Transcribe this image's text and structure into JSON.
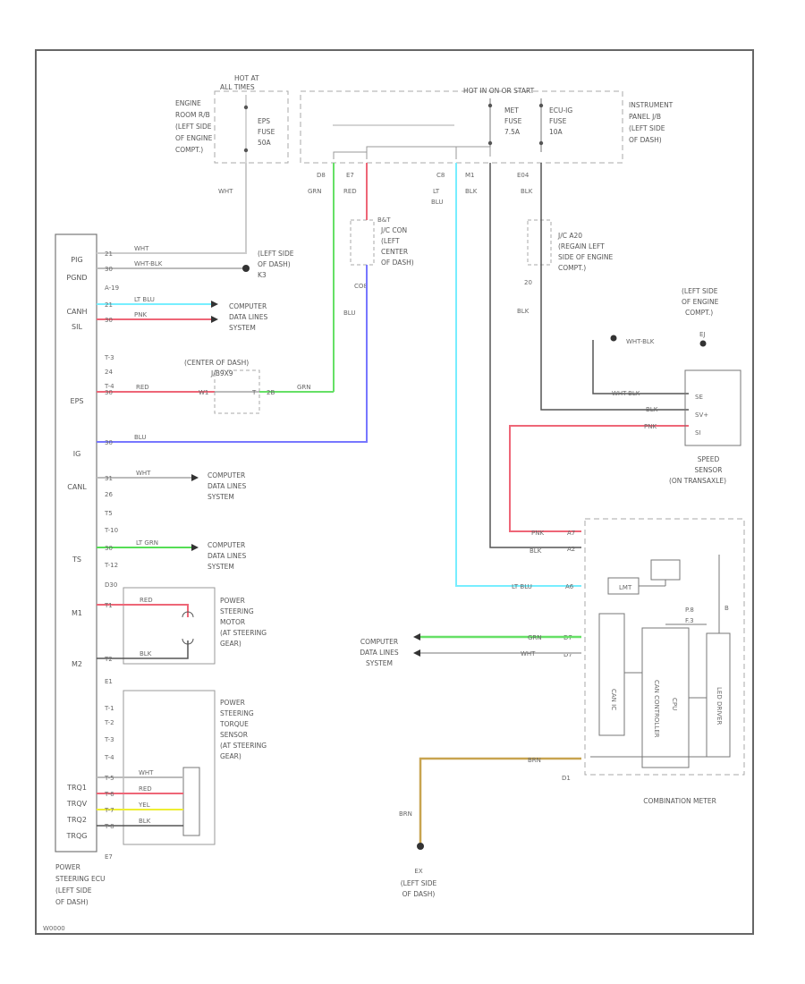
{
  "colors": {
    "wht": "#cccccc",
    "grn": "#66e066",
    "red": "#ee6677",
    "lt_blu": "#77eeff",
    "blu": "#7777ff",
    "blk": "#555555",
    "lt_grn": "#55dd55",
    "yel": "#eeee33",
    "brn": "#c8a450",
    "pnk": "#ee6677",
    "frame": "#666666"
  },
  "hot_label": [
    "HOT AT",
    "ALL TIMES"
  ],
  "hot_run_label": "HOT IN ON OR START",
  "engine_room_label": [
    "ENGINE",
    "ROOM R/B",
    "(LEFT SIDE",
    "OF ENGINE",
    "COMPT.)"
  ],
  "instrument_label": [
    "INSTRUMENT",
    "PANEL J/B",
    "(LEFT SIDE",
    "OF DASH)"
  ],
  "eps_fuse": [
    "EPS",
    "FUSE",
    "50A"
  ],
  "met_fuse": [
    "MET",
    "FUSE",
    "7.5A"
  ],
  "ecu_fuse": [
    "ECU-IG",
    "FUSE",
    "10A"
  ],
  "top_pins": [
    "D8",
    "E7",
    "C8",
    "M1",
    "E04"
  ],
  "top_wire_labels": [
    "GRN",
    "RED",
    "LT\nBLU",
    "BLK",
    "BLK"
  ],
  "wht_top": "WHT",
  "jc1": {
    "label": [
      "J/C CON",
      "(LEFT",
      "CENTER",
      "OF DASH)"
    ],
    "pin": "B&T",
    "pin2": "CO8",
    "wire": "BLU"
  },
  "jc2": {
    "label": [
      "J/C A20",
      "(REGAIN LEFT",
      "SIDE OF ENGINE",
      "COMPT.)"
    ],
    "pin": "20",
    "wire": "BLK"
  },
  "ecu_label": [
    "POWER",
    "STEERING ECU",
    "(LEFT SIDE",
    "OF DASH)"
  ],
  "ecu_pins": [
    {
      "name": "PIG",
      "pin": "21",
      "wire": "WHT",
      "dest": "",
      "y": 0
    },
    {
      "name": "PGND",
      "pin": "30",
      "wire": "WHT-BLK",
      "dest": "",
      "y": 0
    },
    {
      "name": "CANH",
      "pin": "21",
      "wire": "LT BLU",
      "dest": "",
      "y": 0
    },
    {
      "name": "SIL",
      "pin": "30",
      "wire": "PNK",
      "dest": "",
      "y": 0
    },
    {
      "name": "EPS",
      "pin": "30",
      "wire": "RED",
      "dest": "",
      "y": 0
    },
    {
      "name": "IG",
      "pin": "30",
      "wire": "BLU",
      "dest": "",
      "y": 0
    },
    {
      "name": "CANL",
      "pin": "31",
      "wire": "WHT",
      "dest": "",
      "y": 0
    },
    {
      "name": "TS",
      "pin": "30",
      "wire": "LT GRN",
      "dest": "",
      "y": 0
    },
    {
      "name": "M1",
      "pin": "T1",
      "wire": "RED",
      "dest": "",
      "y": 0
    },
    {
      "name": "M2",
      "pin": "T2",
      "wire": "BLK",
      "dest": "",
      "y": 0
    },
    {
      "name": "TRQ1",
      "pin": "T-5",
      "wire": "WHT",
      "dest": "",
      "y": 0
    },
    {
      "name": "TRQV",
      "pin": "T-6",
      "wire": "RED",
      "dest": "",
      "y": 0
    },
    {
      "name": "TRQ2",
      "pin": "T-7",
      "wire": "YEL",
      "dest": "",
      "y": 0
    },
    {
      "name": "TRQG",
      "pin": "T-8",
      "wire": "BLK",
      "dest": "",
      "y": 0
    }
  ],
  "ecu_side_pins": [
    "A-19",
    "T-3",
    "24",
    "T-4",
    "26",
    "T5",
    "T-10",
    "T-12",
    "D30",
    "E1",
    "T-1",
    "T-2",
    "T-3",
    "T-4",
    "E7"
  ],
  "left_side_dash": [
    "(LEFT SIDE",
    "OF DASH)",
    "K3"
  ],
  "cdl": [
    "COMPUTER",
    "DATA LINES",
    "SYSTEM"
  ],
  "center_dash": [
    "(CENTER OF DASH)",
    "J/B9X9"
  ],
  "center_pins": [
    "W1",
    "T",
    "2B"
  ],
  "motor_label": [
    "POWER",
    "STEERING",
    "MOTOR",
    "(AT STEERING",
    "GEAR)"
  ],
  "torque_label": [
    "POWER",
    "STEERING",
    "TORQUE",
    "SENSOR",
    "(AT STEERING",
    "GEAR)"
  ],
  "engine_ground": [
    "(LEFT SIDE",
    "OF ENGINE",
    "COMPT.)"
  ],
  "ground_ej": "EJ",
  "wht_blk": "WHT-BLK",
  "speed_label": [
    "SPEED",
    "SENSOR",
    "(ON TRANSAXLE)"
  ],
  "speed_pins": [
    "SE",
    "SV+",
    "SI"
  ],
  "speed_wires": [
    "WHT-BLK",
    "BLK",
    "PNK"
  ],
  "meter_label": "COMBINATION METER",
  "meter_pin_labels": [
    "PNK",
    "BLK",
    "LT BLU",
    "GRN",
    "WHT",
    "BRN"
  ],
  "meter_pins": [
    "A7",
    "A2",
    "A6",
    "D7",
    "D7",
    "D1",
    "P.8",
    "F.3",
    "B"
  ],
  "meter_blocks": [
    "CAN IC",
    "CAN CONTROLLER",
    "CPU",
    "LED DRIVER"
  ],
  "meter_small": "LMT",
  "brn_wire": "BRN",
  "bottom_ground": [
    "EX",
    "(LEFT SIDE",
    "OF DASH)"
  ],
  "corner_id": "W0000"
}
